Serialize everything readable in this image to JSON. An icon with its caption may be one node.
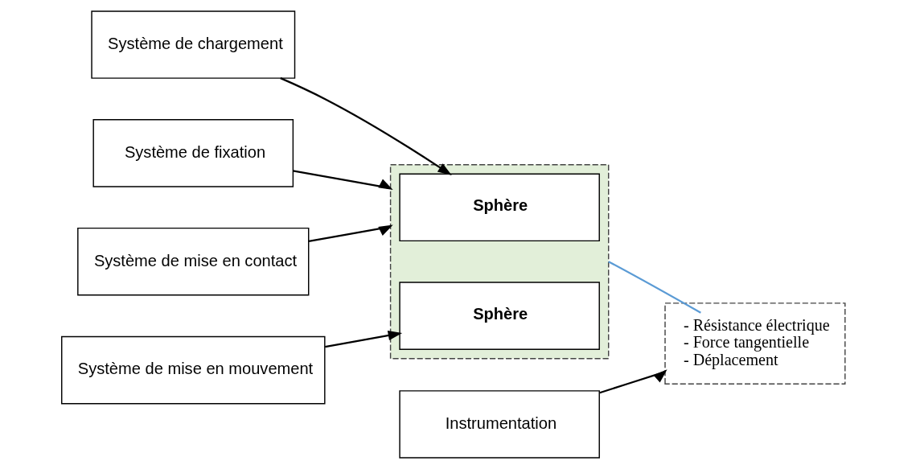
{
  "diagram": {
    "nodes": [
      {
        "text": [
          "Système de chargement"
        ]
      },
      {
        "text": [
          "Instrumentation"
        ]
      },
      {
        "text": [],
        "shape": "box"
      },
      {
        "text": [
          "Sphère"
        ],
        "in": 2
      },
      {
        "text": [
          "Sphère"
        ],
        "in": 2
      },
      {
        "text": [
          "Système de fixation"
        ]
      },
      {
        "text": [
          "Système de mise en contact"
        ]
      },
      {
        "text": [
          "Système de mise en mouvement"
        ]
      },
      {
        "text": [],
        "shape": "box"
      },
      {
        "text": [
          "- Résistance électrique",
          "- Force tangentielle",
          "- Déplacement"
        ],
        "in": 8
      }
    ],
    "edges": [
      {
        "from": 0,
        "to": 3,
        "arrow": "to"
      },
      {
        "from": 1,
        "to": 8,
        "arrow": "to"
      },
      {
        "from": 5,
        "to": 2,
        "arrow": "to"
      },
      {
        "from": 6,
        "to": 2,
        "arrow": "to"
      },
      {
        "from": 7,
        "to": 4,
        "arrow": "to"
      },
      {
        "from": 2,
        "to": 9,
        "arrow": "none",
        "color": "#5b9bd5"
      }
    ]
  }
}
